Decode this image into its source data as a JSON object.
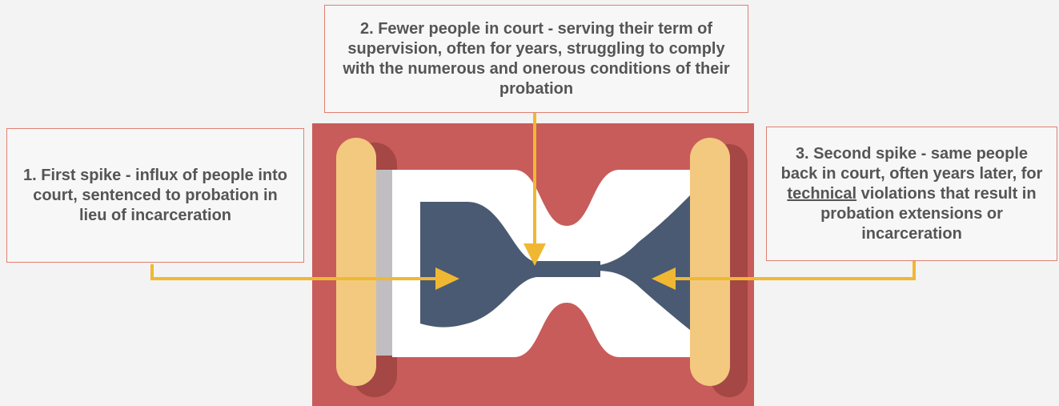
{
  "callouts": [
    {
      "id": "first-spike",
      "text": "1. First spike - influx of people into court, sentenced to probation in lieu of incarceration"
    },
    {
      "id": "fewer-people",
      "text": "2. Fewer people in court - serving their term of supervision, often for years, struggling to comply with the numerous and onerous conditions of their probation"
    },
    {
      "id": "second-spike",
      "pre": "3. Second spike - same people back in court, often years later, for ",
      "emph": "technical",
      "post": " violations that result in probation extensions or incarceration"
    }
  ],
  "colors": {
    "background": "#f3f3f3",
    "panel": "#c85c5a",
    "panel_shadow": "#a44745",
    "hourglass_frame": "#f2c97f",
    "hourglass_glass": "#ffffff",
    "sand": "#4a5a72",
    "arrow": "#f0b832",
    "box_border": "#e07f70"
  },
  "icons": [
    "hourglass-illustration",
    "arrow-right-icon",
    "arrow-down-icon",
    "arrow-left-icon"
  ]
}
